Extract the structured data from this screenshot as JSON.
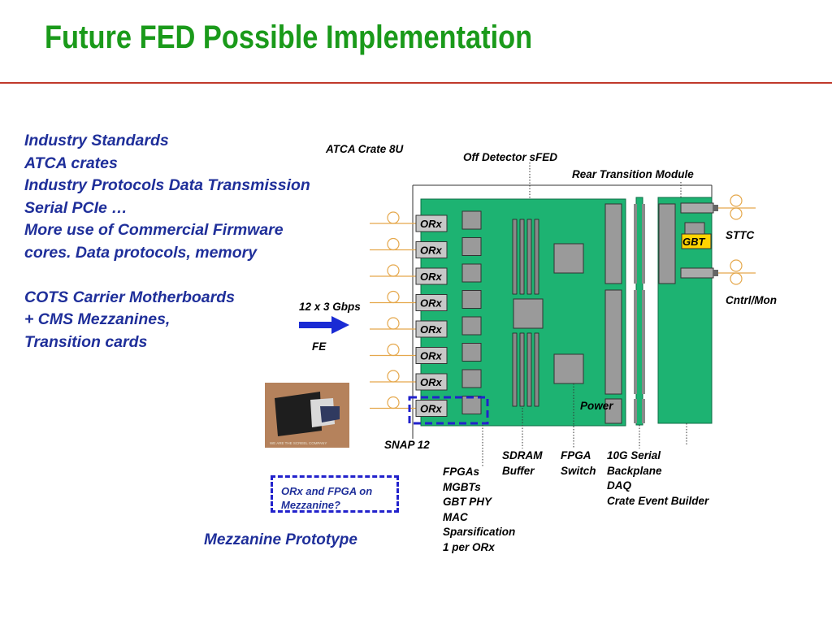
{
  "title": "Future FED Possible Implementation",
  "bullets": [
    "Industry Standards",
    "ATCA crates",
    "Industry Protocols Data Transmission",
    "Serial PCIe …",
    "More use of Commercial Firmware",
    "cores. Data protocols, memory",
    "",
    "COTS Carrier Motherboards",
    "+ CMS Mezzanines,",
    "Transition cards"
  ],
  "labels": {
    "atca_crate": "ATCA Crate 8U",
    "off_detector": "Off Detector sFED",
    "rtm": "Rear Transition Module",
    "sttc": "STTC",
    "cntrl": "Cntrl/Mon",
    "gbt": "GBT",
    "link_rate": "12 x 3 Gbps",
    "fe": "FE",
    "snap12": "SNAP 12",
    "power": "Power"
  },
  "orx_label": "ORx",
  "orx_count": 8,
  "callouts": {
    "fpgas": [
      "FPGAs",
      "MGBTs",
      "GBT PHY",
      "MAC",
      "Sparsification",
      "1 per ORx"
    ],
    "sdram": [
      "SDRAM",
      "Buffer"
    ],
    "fpga_switch": [
      "FPGA",
      "Switch"
    ],
    "serial": [
      "10G Serial",
      "Backplane",
      "DAQ",
      "Crate Event Builder"
    ]
  },
  "note": [
    "ORx and FPGA on",
    "Mezzanine?"
  ],
  "mezzanine_caption": "Mezzanine Prototype",
  "photo_caption": "WE ARE THE SCREEL COMPANY",
  "colors": {
    "title": "#1a9a1a",
    "text_blue": "#1f2f9a",
    "board": "#1db372",
    "rule": "#c0392b",
    "dash_blue": "#2222cc",
    "arrow": "#1a2bd4",
    "fiber": "#e5a84c"
  }
}
